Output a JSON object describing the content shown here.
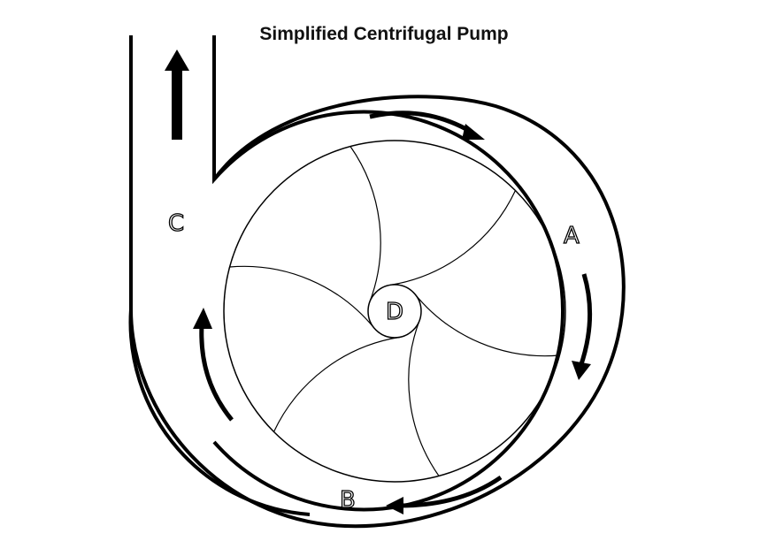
{
  "title": "Simplified Centrifugal Pump",
  "labels": {
    "a": "A",
    "b": "B",
    "c": "C",
    "d": "D"
  },
  "colors": {
    "line": "#000000",
    "background": "#ffffff"
  },
  "impeller": {
    "vanes": 6
  }
}
